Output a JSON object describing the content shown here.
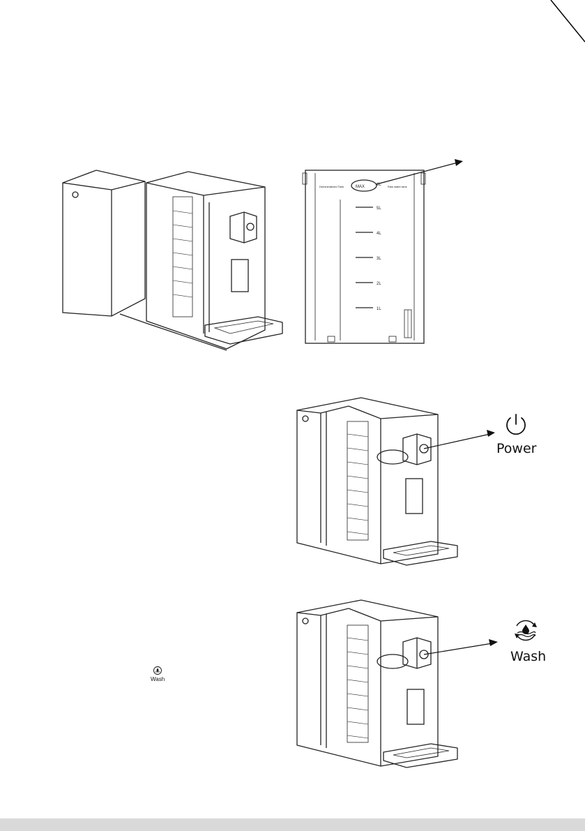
{
  "tank": {
    "left_label": "Demineralized Tank",
    "right_label": "Raw water tank",
    "max_label": "MAX",
    "levels": [
      "6L",
      "5L",
      "4L",
      "3L",
      "2L",
      "1L"
    ]
  },
  "power": {
    "label": "Power",
    "icon": "power-icon"
  },
  "wash": {
    "label": "Wash",
    "icon": "wash-icon",
    "inline_label": "Wash"
  }
}
